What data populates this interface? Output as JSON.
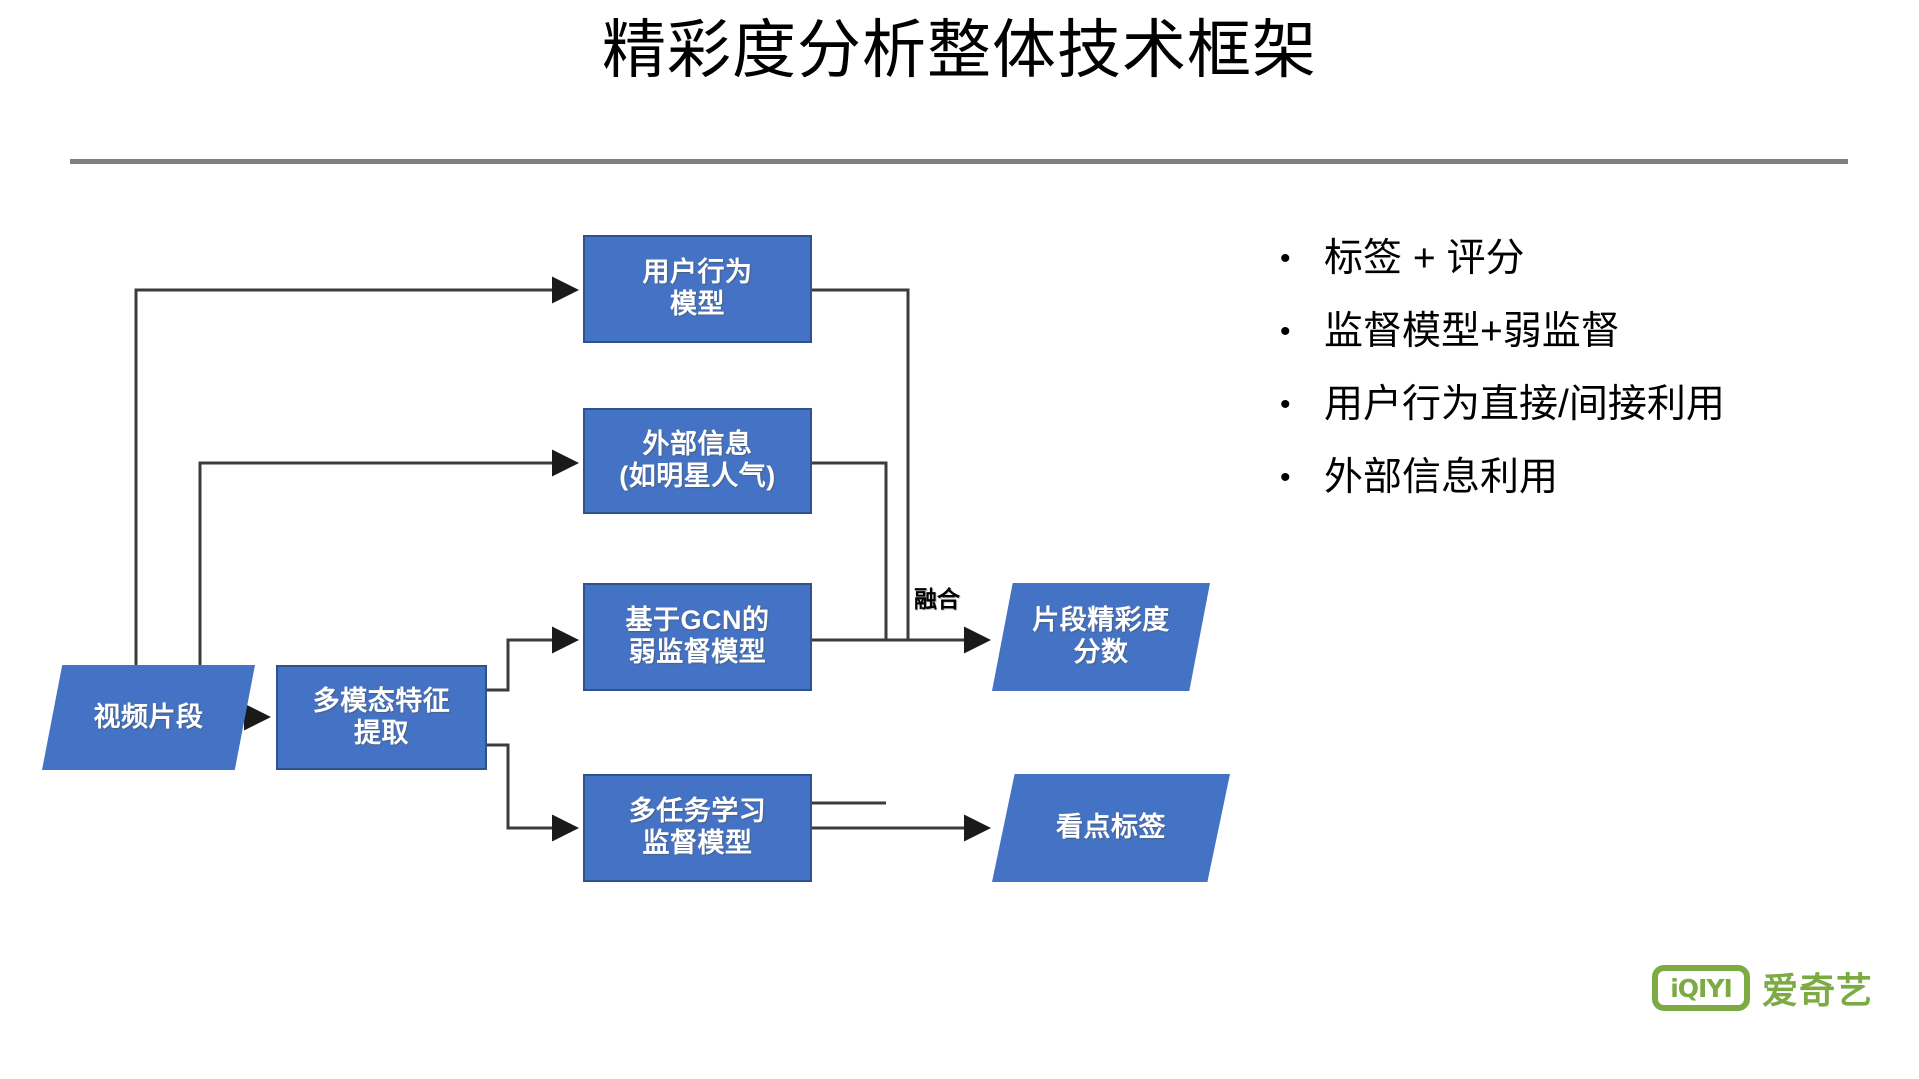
{
  "slide": {
    "title": "精彩度分析整体技术框架",
    "background_color": "#FFFFFF",
    "rule_color": "#808080"
  },
  "theme": {
    "node_fill": "#4472C4",
    "node_border": "#2F528F",
    "node_text": "#FFFFFF",
    "connector_color": "#3B3B3B",
    "brand_green": "#7CAB43"
  },
  "diagram": {
    "nodes": [
      {
        "id": "video-clip",
        "label": "视频片段",
        "shape": "parallelogram"
      },
      {
        "id": "multimodal",
        "label": "多模态特征\n提取",
        "shape": "rectangle"
      },
      {
        "id": "user-behavior",
        "label": "用户行为\n模型",
        "shape": "rectangle"
      },
      {
        "id": "external-info",
        "label": "外部信息\n(如明星人气)",
        "shape": "rectangle"
      },
      {
        "id": "gcn-weak",
        "label": "基于GCN的\n弱监督模型",
        "shape": "rectangle"
      },
      {
        "id": "multitask",
        "label": "多任务学习\n监督模型",
        "shape": "rectangle"
      },
      {
        "id": "highlight-score",
        "label": "片段精彩度\n分数",
        "shape": "parallelogram"
      },
      {
        "id": "highlight-tag",
        "label": "看点标签",
        "shape": "parallelogram"
      }
    ],
    "edge_labels": {
      "fusion": "融合"
    }
  },
  "bullets": {
    "marker": "•",
    "items": [
      "标签 + 评分",
      "监督模型+弱监督",
      "用户行为直接/间接利用",
      "外部信息利用"
    ]
  },
  "logo": {
    "mark": "iQIYI",
    "text": "爱奇艺"
  }
}
